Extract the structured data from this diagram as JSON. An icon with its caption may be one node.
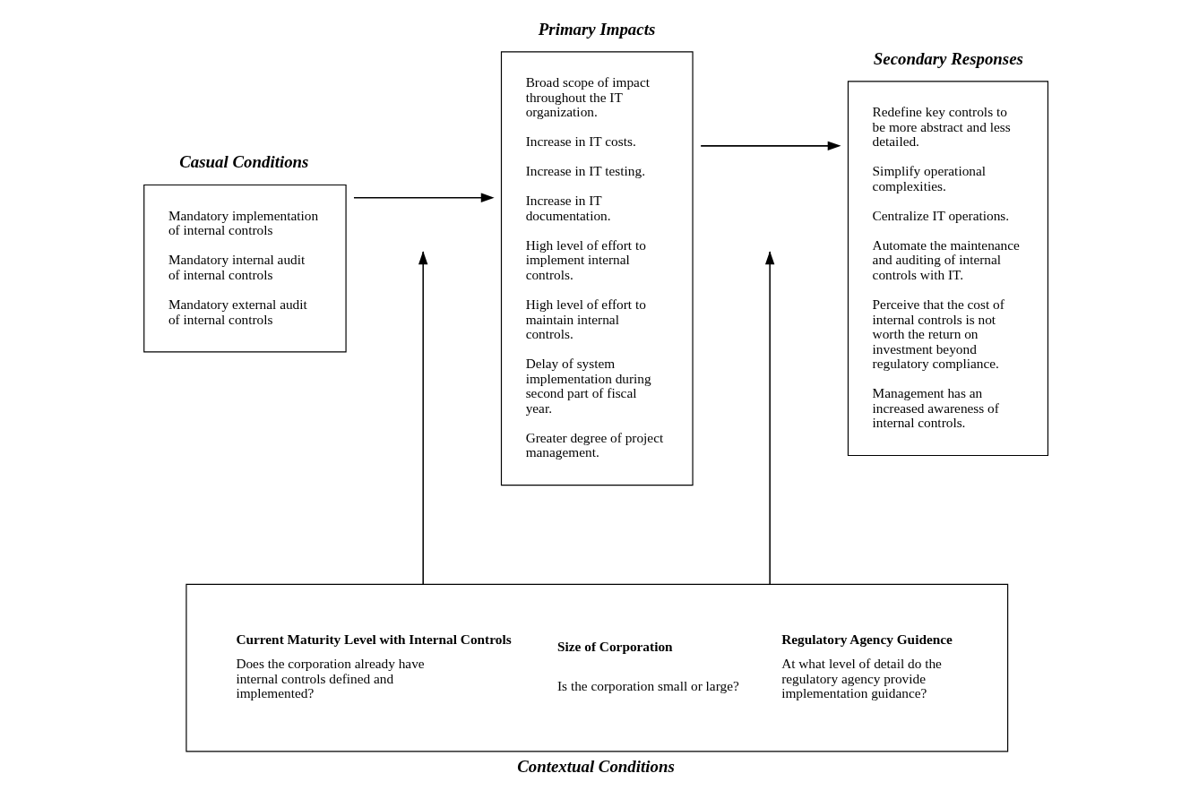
{
  "diagram": {
    "nodes": [
      {
        "text": [
          "Casual Conditions",
          "Mandatory implementation of internal controls",
          "Mandatory internal audit of internal controls",
          "Mandatory external audit of internal controls"
        ]
      },
      {
        "text": [
          "Primary Impacts",
          "Broad scope of impact throughout the IT organization.",
          "Increase in IT costs.",
          "Increase in IT testing.",
          "Increase in IT documentation.",
          "High level of effort to implement internal controls.",
          "High level of effort to maintain internal controls.",
          "Delay of system implementation during second part of fiscal year.",
          "Greater degree of project management."
        ]
      },
      {
        "text": [
          "Secondary Responses",
          "Redefine key controls to be more abstract and less detailed.",
          "Simplify operational complexities.",
          "Centralize IT operations.",
          "Automate the maintenance and auditing of internal controls with IT.",
          "Perceive that the cost of internal controls is not worth the return on investment beyond regulatory compliance.",
          "Management has an increased awareness of internal controls."
        ]
      },
      {
        "text": [
          "Contextual Conditions",
          "Current Maturity Level with Internal Controls",
          "Does the corporation already have internal controls defined and implemented?",
          "Size of Corporation",
          "Is the corporation small or large?",
          "Regulatory Agency Guidence",
          "At what level of detail do the regulatory agency provide implementation guidance?"
        ]
      }
    ],
    "edges": [
      {
        "from": 0,
        "to": 1,
        "arrow": "to"
      },
      {
        "from": 1,
        "to": 2,
        "arrow": "to"
      },
      {
        "from": 3,
        "to": null,
        "arrow": "to"
      },
      {
        "from": 3,
        "to": null,
        "arrow": "to"
      }
    ]
  }
}
